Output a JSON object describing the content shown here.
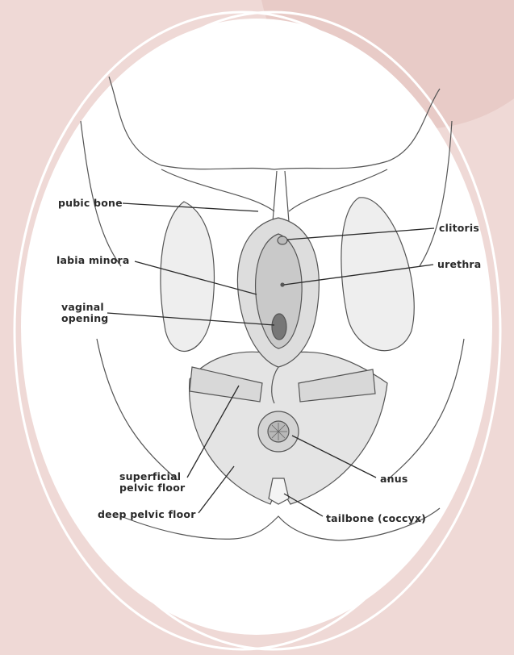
{
  "colors": {
    "background": "#efd9d6",
    "circle_accent": "#e8cbc7",
    "frame": "#ffffff",
    "panel": "#ffffff",
    "ink": "#2a2a2a",
    "bone": "#f6f6f6",
    "muscle": "#e4e4e4"
  },
  "labels": {
    "pubic_bone": "pubic bone",
    "labia_minora": "labia minora",
    "vaginal_opening": "vaginal\nopening",
    "clitoris": "clitoris",
    "urethra": "urethra",
    "superficial_pelvic_floor": "superficial\npelvic floor",
    "deep_pelvic_floor": "deep pelvic floor",
    "anus": "anus",
    "tailbone": "tailbone (coccyx)"
  }
}
